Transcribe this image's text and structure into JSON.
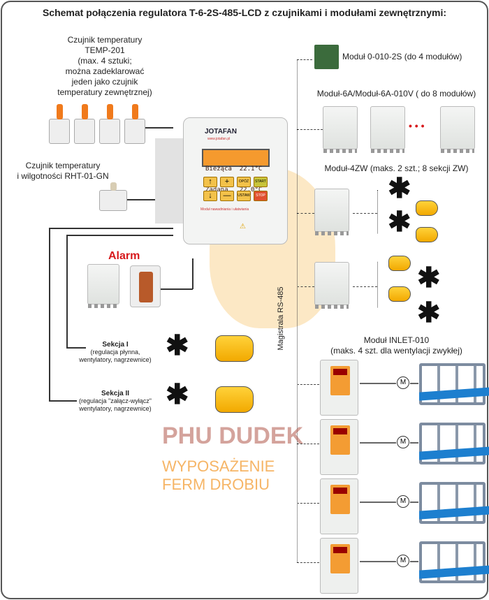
{
  "title": "Schemat połączenia regulatora T-6-2S-485-LCD z czujnikami i modułami zewnętrznymi:",
  "temp_sensor": {
    "lines": [
      "Czujnik temperatury",
      "TEMP-201",
      "(max. 4 sztuki;",
      "można zadeklarować",
      "jeden jako czujnik",
      "temperatury zewnętrznej)"
    ]
  },
  "humidity_sensor": {
    "lines": [
      "Czujnik temperatury",
      "i wilgotności RHT-01-GN"
    ]
  },
  "controller": {
    "brand": "JOTAFAN",
    "website": "www.jotafan.pl",
    "display_line1": "Bieżąca  22.1°C",
    "display_line2": "Zadana   22.0°C",
    "keys": {
      "up": "↑",
      "plus": "+",
      "opoz": "OPÓŹ",
      "start": "START",
      "down": "↓",
      "minus": "—",
      "ustaw": "USTAW",
      "stop": "STOP"
    },
    "caption": "Moduł nawadniania i ułatwiania"
  },
  "alarm": {
    "label": "Alarm"
  },
  "sections": [
    {
      "title": "Sekcja I",
      "lines": [
        "(regulacja płynna,",
        "wentylatory, nagrzewnice)"
      ]
    },
    {
      "title": "Sekcja II",
      "lines": [
        "(regulacja \"załącz-wyłącz\"",
        "wentylatory, nagrzewnice)"
      ]
    }
  ],
  "bus_label": "Magistrala RS-485",
  "modules": {
    "m0010": "Moduł 0-010-2S (do 4 modułów)",
    "m6a": "Moduł-6A/Moduł-6A-010V ( do 8 modułów)",
    "ellipsis": "• • •",
    "m4zw": "Moduł-4ZW (maks. 2 szt.; 8 sekcji ZW)",
    "inlet": [
      "Moduł INLET-010",
      "(maks. 4 szt. dla wentylacji zwykłej)"
    ]
  },
  "motor_symbol": "M",
  "watermark": {
    "line1": "PHU DUDEK",
    "line2": "WYPOSAŻENIE FERM DROBIU"
  },
  "colors": {
    "alarm": "#d7191c",
    "accent": "#f39c33",
    "watermark": "#b0584a"
  }
}
